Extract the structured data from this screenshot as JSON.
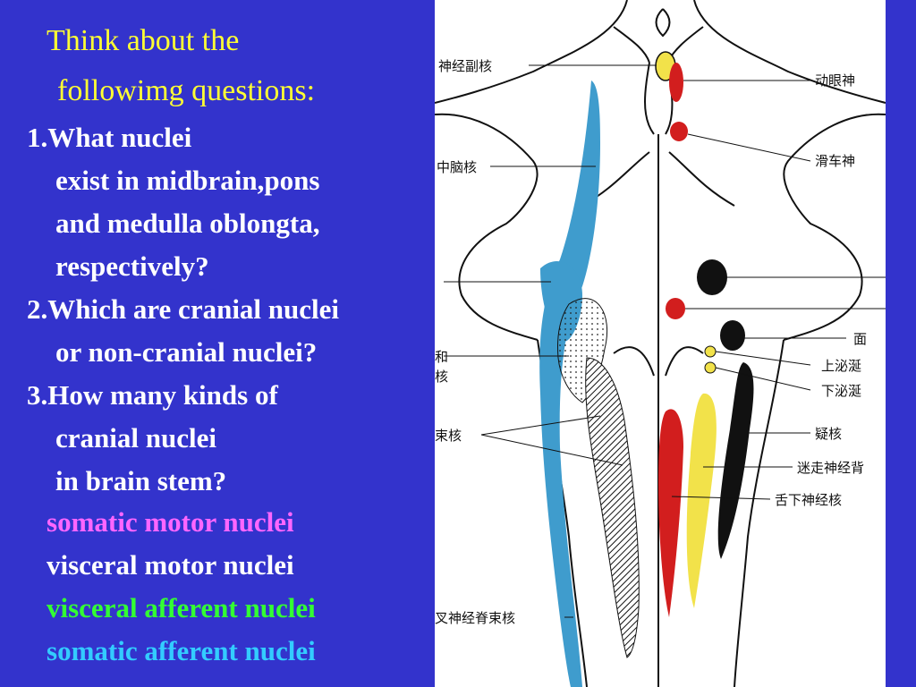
{
  "title": {
    "line1": "Think about the",
    "line2": "followimg questions:"
  },
  "questions": {
    "q1_l1": "1.What nuclei",
    "q1_l2": "exist in midbrain,pons",
    "q1_l3": "and medulla oblongta,",
    "q1_l4": "respectively?",
    "q2_l1": "2.Which are cranial nuclei",
    "q2_l2": "or  non-cranial nuclei?",
    "q3_l1": "3.How many kinds of",
    "q3_l2": "cranial nuclei",
    "q3_l3": "in brain stem?"
  },
  "nuclei_kinds": [
    {
      "label": "somatic motor  nuclei",
      "color": "#ff66ff"
    },
    {
      "label": "visceral motor nuclei",
      "color": "#ffffff"
    },
    {
      "label": "visceral afferent nuclei",
      "color": "#33ff33"
    },
    {
      "label": "somatic  afferent nuclei",
      "color": "#33ccff"
    }
  ],
  "colors": {
    "background": "#3333cc",
    "title": "#ffff33",
    "nucleus_red": "#d21e1e",
    "nucleus_yellow": "#f2e24a",
    "nucleus_blue": "#3f9ccd",
    "nucleus_black": "#111111"
  },
  "figure_labels": {
    "accessory_oculomotor": "神经副核",
    "oculomotor": "动眼神",
    "trochlear": "滑车神",
    "mesencephalic": "中脑核",
    "facial": "面",
    "sup_salivatory": "上泌涎",
    "inf_salivatory": "下泌涎",
    "left_he": "和",
    "left_hi": "核",
    "solitary": "束核",
    "ambiguus": "疑核",
    "vagus_dorsal": "迷走神经背",
    "hypoglossal": "舌下神经核",
    "spinal_trigeminal": "叉神经脊束核"
  }
}
